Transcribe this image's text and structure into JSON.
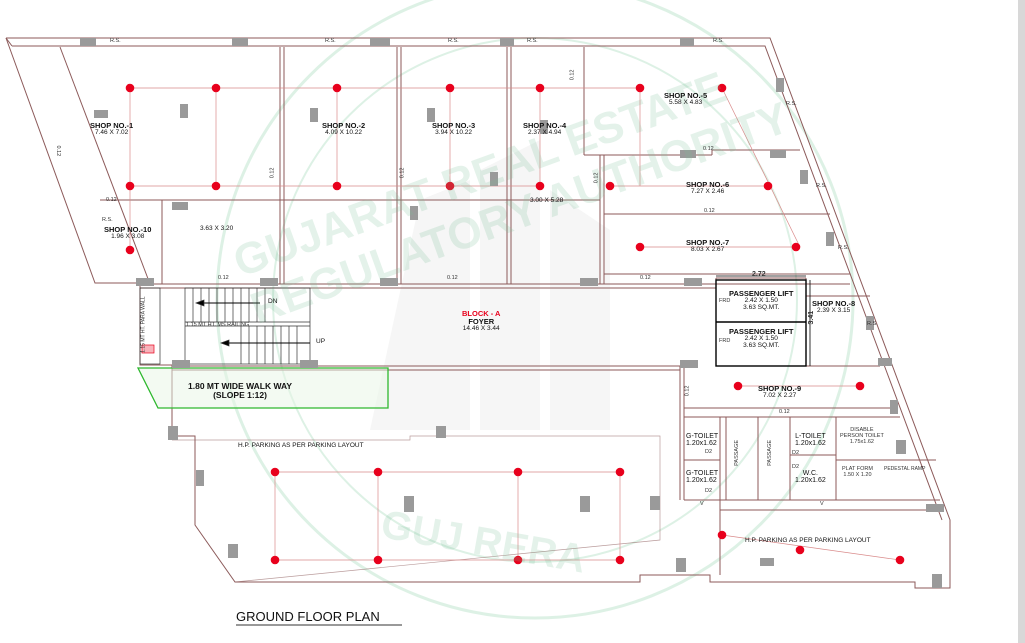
{
  "title": "GROUND FLOOR PLAN",
  "watermark": {
    "ring_top": "GUJARAT REAL ESTATE REGULATORY AUTHORITY",
    "ring_bottom": "GUJ RERA"
  },
  "markers": {
    "rs": "R.S.",
    "wall": "0.12",
    "wall_v": "0.12",
    "d2": "D2",
    "frd": "FRD",
    "v": "V"
  },
  "shops": [
    {
      "name": "SHOP NO.-1",
      "size": "7.46 X 7.02"
    },
    {
      "name": "SHOP NO.-2",
      "size": "4.09 X 10.22"
    },
    {
      "name": "SHOP NO.-3",
      "size": "3.94 X 10.22"
    },
    {
      "name": "SHOP NO.-4",
      "size": "2.37 X 4.94"
    },
    {
      "name": "SHOP NO.-5",
      "size": "5.58 X 4.83"
    },
    {
      "name": "SHOP NO.-6",
      "size": "7.27 X 2.46"
    },
    {
      "name": "SHOP NO.-7",
      "size": "8.03 X 2.67"
    },
    {
      "name": "SHOP NO.-8",
      "size": "2.39 X 3.15"
    },
    {
      "name": "SHOP NO.-9",
      "size": "7.02 X 2.27"
    },
    {
      "name": "SHOP NO.-10",
      "size": "1.96 X 3.08"
    }
  ],
  "sub_sizes": {
    "a": "3.63 X 3.20",
    "b": "3.00 X 5.28"
  },
  "foyer": {
    "block": "BLOCK - A",
    "name": "FOYER",
    "size": "14.46 X 3.44"
  },
  "lifts": [
    {
      "name": "PASSENGER LIFT",
      "size": "2.42 X 1.50",
      "area": "3.63 SQ.MT."
    },
    {
      "name": "PASSENGER LIFT",
      "size": "2.42 X 1.50",
      "area": "3.63 SQ.MT."
    }
  ],
  "lift_dims": {
    "width": "2.72",
    "height": "3.41"
  },
  "stairs": {
    "dn": "DN",
    "up": "UP",
    "railing": "1.15 MT HT. MS RAILING",
    "parapet": "1.15 MT HT. PARA WALL"
  },
  "walkway": {
    "line1": "1.80 MT WIDE WALK WAY",
    "line2": "(SLOPE 1:12)"
  },
  "parking": {
    "left": "H.P. PARKING AS PER PARKING LAYOUT",
    "right": "H.P. PARKING AS PER PARKING LAYOUT"
  },
  "toilets": {
    "g_toilet_1": {
      "name": "G-TOILET",
      "size": "1.20x1.62"
    },
    "g_toilet_2": {
      "name": "G-TOILET",
      "size": "1.20x1.62"
    },
    "l_toilet": {
      "name": "L-TOILET",
      "size": "1.20x1.62"
    },
    "wc": {
      "name": "W.C.",
      "size": "1.20x1.62"
    },
    "disable": {
      "name1": "DISABLE",
      "name2": "PERSON TOILET",
      "size": "1.75x1.62"
    },
    "platform": {
      "name": "PLAT FORM",
      "size": "1.50 X 1.20"
    },
    "passage": "PASSAGE",
    "ramp": "PEDESTAL RAMP"
  },
  "colors": {
    "line": "#8c5a5a",
    "column": "#9a9a9a",
    "light": "#e8001c",
    "walkway": "#2fb82f",
    "watermark": "#7fc49a"
  }
}
